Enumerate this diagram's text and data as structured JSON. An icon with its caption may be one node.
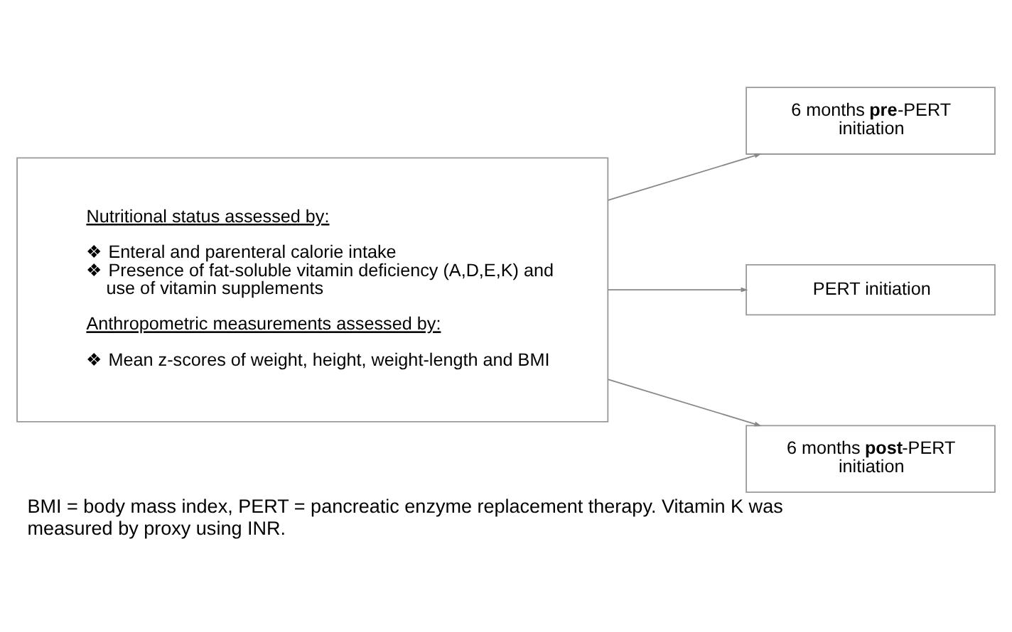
{
  "diagram": {
    "caption": "BMI = body mass index, PERT = pancreatic enzyme replacement therapy. Vitamin K was measured by proxy using INR.",
    "nodes": [
      {
        "text": [
          "Nutritional status assessed by:",
          "❖ Enteral and parenteral calorie intake",
          "❖ Presence of fat-soluble vitamin deficiency (A,D,E,K) and use of vitamin supplements",
          "Anthropometric measurements assessed by:",
          "❖ Mean z-scores of weight, height, weight-length and BMI"
        ]
      },
      {
        "text": [
          "6 months **pre**-PERT initiation"
        ]
      },
      {
        "text": [
          "PERT initiation"
        ]
      },
      {
        "text": [
          "6 months **post**-PERT initiation"
        ]
      }
    ],
    "edges": [
      {
        "from": 0,
        "to": 1,
        "arrow": "to"
      },
      {
        "from": 0,
        "to": 2,
        "arrow": "to"
      },
      {
        "from": 0,
        "to": 3,
        "arrow": "to"
      }
    ]
  }
}
